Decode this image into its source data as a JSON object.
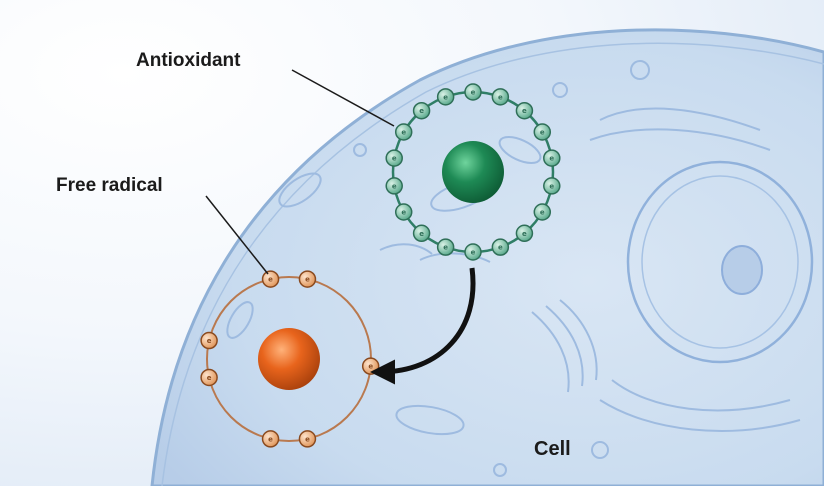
{
  "labels": {
    "antioxidant": "Antioxidant",
    "free_radical": "Free radical",
    "cell": "Cell"
  },
  "electron_symbol": "e",
  "antioxidant": {
    "electron_count": 18,
    "nucleus_color": "#1e8a55",
    "electron_color": "#56a88a",
    "ring_color": "#2f7e66"
  },
  "free_radical": {
    "electron_count": 7,
    "nucleus_color": "#e8641c",
    "electron_color": "#e9a46c",
    "ring_color": "#b9794f"
  },
  "colors": {
    "cell_fill": "#cbdcef",
    "cell_outline": "#8fb0d6",
    "organelle": "#9ebbe0",
    "arrow": "#111111"
  }
}
